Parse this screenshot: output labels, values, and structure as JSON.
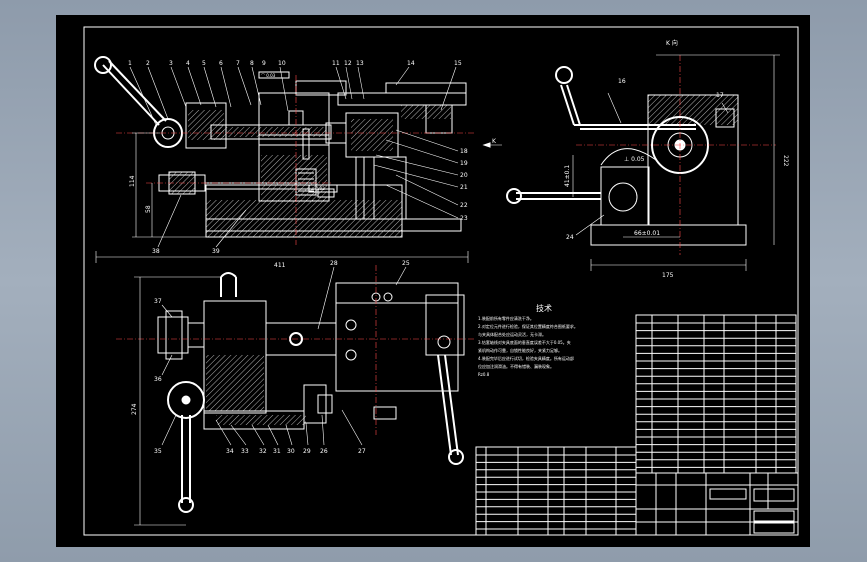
{
  "drawing": {
    "view_label_k": "K 向",
    "section_arrow_k": "K",
    "part_numbers_top": [
      "1",
      "2",
      "3",
      "4",
      "5",
      "6",
      "7",
      "8",
      "9",
      "10",
      "11",
      "12",
      "13",
      "14",
      "15"
    ],
    "part_numbers_right": [
      "18",
      "19",
      "20",
      "21",
      "22",
      "23"
    ],
    "part_numbers_bottom_left": [
      "38",
      "39"
    ],
    "part_numbers_side": [
      "16",
      "17",
      "24"
    ],
    "part_numbers_plan_top": [
      "28",
      "25"
    ],
    "part_numbers_plan_left": [
      "37",
      "36",
      "35"
    ],
    "part_numbers_plan_bottom": [
      "34",
      "33",
      "32",
      "31",
      "30",
      "29",
      "26",
      "27"
    ],
    "dims": {
      "d411": "411",
      "d114": "114",
      "d58": "58",
      "d274": "274",
      "d175": "175",
      "d222": "222",
      "d66": "66±0.01",
      "d41": "41±0.1",
      "d005": "⊥ 0.05"
    },
    "notes_title": "技术",
    "notes_lines": [
      "1.装配前所有零件应清洗干净。",
      "2.对定位元件进行检验，保证其位置精度符合图纸要求。",
      "与夹具体配合处应运动灵活，无卡滞。",
      "3.钻套轴线对夹具底面的垂直度误差不大于0.05。夹",
      "紧机构动作可靠，自锁性能良好，夹紧力足够。",
      "4.装配完毕后应进行试切，检验夹具精度。所有运动部",
      "位应加注润滑油。不得有错装、漏装现象。",
      "Rz0.8"
    ],
    "tag_110": "⌒ 0.03",
    "tag_104": "⊥ 0.02"
  }
}
